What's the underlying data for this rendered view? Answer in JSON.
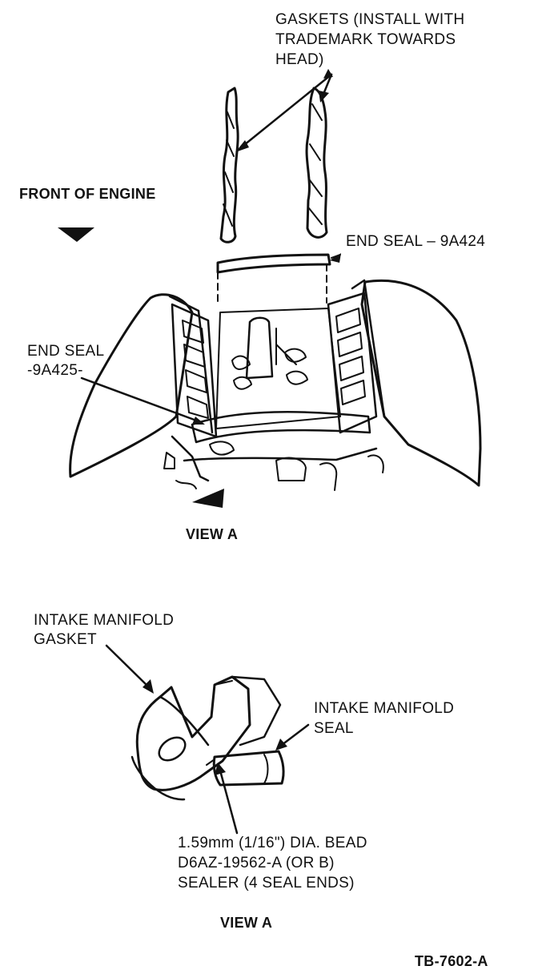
{
  "labels": {
    "gaskets": [
      "GASKETS (INSTALL WITH",
      "TRADEMARK TOWARDS",
      "HEAD)"
    ],
    "front_of_engine": "FRONT OF ENGINE",
    "end_seal_top": "END SEAL – 9A424",
    "end_seal_left": [
      "END SEAL",
      "-9A425-"
    ],
    "view_a_top": "VIEW A",
    "intake_gasket": [
      "INTAKE MANIFOLD",
      "GASKET"
    ],
    "intake_seal": [
      "INTAKE MANIFOLD",
      "SEAL"
    ],
    "sealer_note": [
      "1.59mm (1/16\") DIA. BEAD",
      "D6AZ-19562-A (OR B)",
      "SEALER (4 SEAL ENDS)"
    ],
    "view_a_bottom": "VIEW A",
    "figure_id": "TB-7602-A"
  },
  "colors": {
    "ink": "#111111",
    "paper": "#ffffff"
  }
}
